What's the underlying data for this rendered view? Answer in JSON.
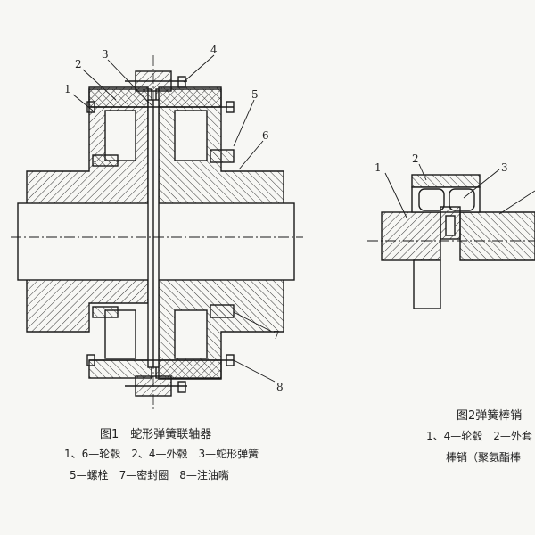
{
  "figure1": {
    "callouts": [
      "1",
      "2",
      "3",
      "4",
      "5",
      "6",
      "7",
      "8"
    ],
    "title": "图1　蛇形弹簧联轴器",
    "legend_line1": "1、6—轮毂　2、4—外毂　3—蛇形弹簧",
    "legend_line2": "5—螺栓　7—密封圈　8—注油嘴"
  },
  "figure2": {
    "callouts": [
      "1",
      "2",
      "3"
    ],
    "title": "图2弹簧棒销",
    "legend_line1": "1、4—轮毂　2—外套",
    "legend_line2": "棒销（聚氨酯棒"
  },
  "colors": {
    "ink": "#1a1a1a",
    "paper": "#f7f7f4",
    "hatch": "#333333"
  }
}
